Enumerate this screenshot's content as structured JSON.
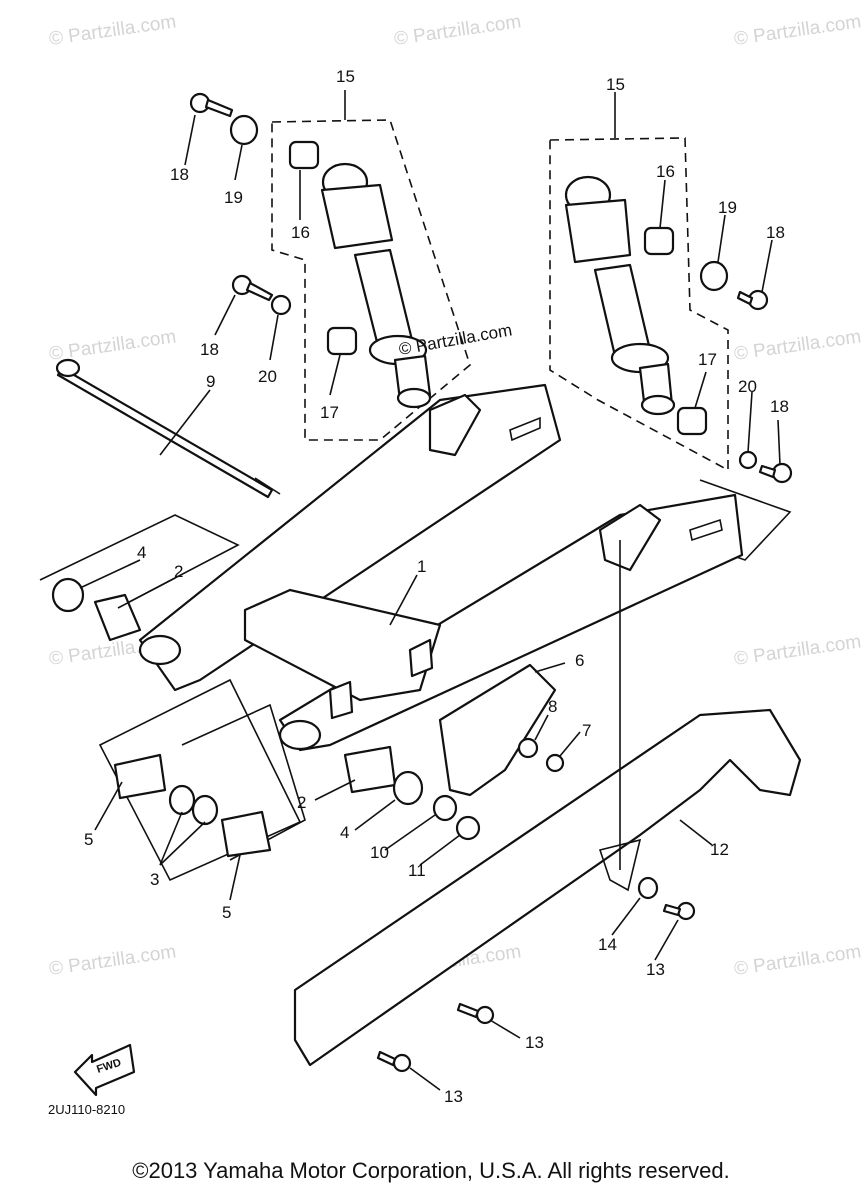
{
  "watermark": "© Partzilla.com",
  "center_watermark": "© Partzilla.com",
  "drawing_code": "2UJ110-8210",
  "fwd_label": "FWD",
  "copyright": "©2013 Yamaha Motor Corporation, U.S.A. All rights reserved.",
  "callouts": {
    "c1": "1",
    "c2a": "2",
    "c2b": "2",
    "c3": "3",
    "c4a": "4",
    "c4b": "4",
    "c5a": "5",
    "c5b": "5",
    "c6": "6",
    "c7": "7",
    "c8": "8",
    "c9": "9",
    "c10": "10",
    "c11": "11",
    "c12": "12",
    "c13a": "13",
    "c13b": "13",
    "c13c": "13",
    "c14": "14",
    "c15a": "15",
    "c15b": "15",
    "c16a": "16",
    "c16b": "16",
    "c17a": "17",
    "c17b": "17",
    "c18a": "18",
    "c18b": "18",
    "c18c": "18",
    "c18d": "18",
    "c19a": "19",
    "c19b": "19",
    "c20a": "20",
    "c20b": "20"
  }
}
